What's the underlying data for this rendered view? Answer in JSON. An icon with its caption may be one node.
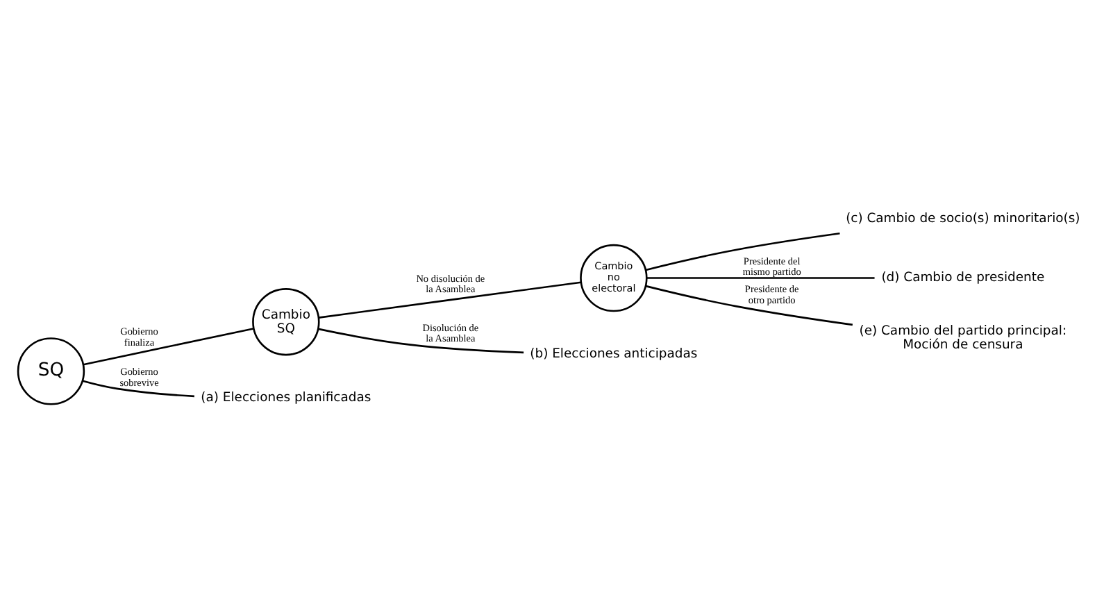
{
  "diagram": {
    "nodes": [
      {
        "text": [
          "SQ"
        ]
      },
      {
        "text": [
          "Cambio SQ"
        ]
      },
      {
        "text": [
          "Cambio no electoral"
        ]
      },
      {
        "text": [
          "(c) Cambio de socio(s) minoritario(s)"
        ]
      },
      {
        "text": [
          "(d) Cambio de presidente"
        ]
      },
      {
        "text": [
          "(e) Cambio del partido principal: Moción de censura"
        ]
      },
      {
        "text": [
          "(b) Elecciones anticipadas"
        ]
      },
      {
        "text": [
          "(a) Elecciones planificadas"
        ]
      }
    ],
    "edges": [
      {
        "from": 0,
        "to": 1,
        "arrow": "none",
        "label": "Gobierno finaliza"
      },
      {
        "from": 0,
        "to": 7,
        "arrow": "none",
        "label": "Gobierno sobrevive"
      },
      {
        "from": 1,
        "to": 2,
        "arrow": "none",
        "label": "No disolución de la Asamblea"
      },
      {
        "from": 1,
        "to": 6,
        "arrow": "none",
        "label": "Disolución de la Asamblea"
      },
      {
        "from": 2,
        "to": 3,
        "arrow": "none"
      },
      {
        "from": 2,
        "to": 4,
        "arrow": "none",
        "label": "Presidente del mismo partido"
      },
      {
        "from": 2,
        "to": 5,
        "arrow": "none",
        "label": "Presidente de otro partido"
      }
    ]
  }
}
